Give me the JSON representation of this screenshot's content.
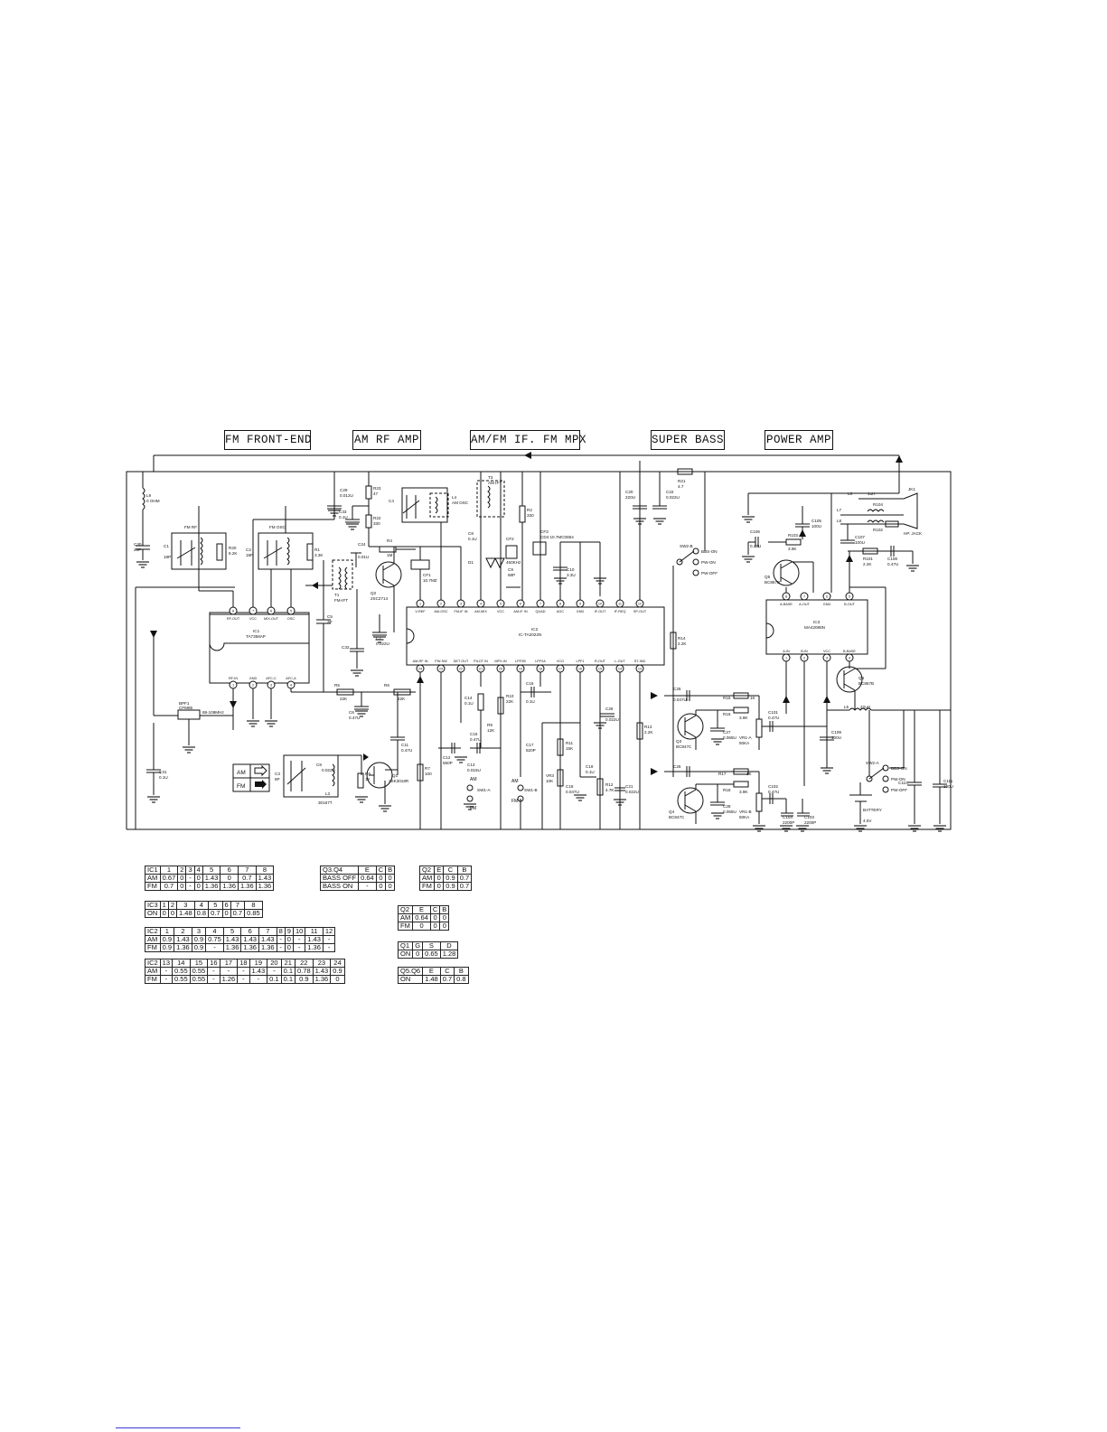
{
  "sections": {
    "fm_front_end": "FM FRONT-END",
    "am_rf_amp": "AM RF AMP",
    "am_fm_if": "AM/FM IF. FM MPX",
    "super_bass": "SUPER BASS",
    "power_amp": "POWER AMP"
  },
  "components": {
    "l9": "L9",
    "l9_val": "0 OHM",
    "c30": "C30",
    "c30_val": "20P",
    "c29": "C29",
    "c29_val": "0.012U",
    "c33": "C33",
    "c33_val": "0.1U",
    "r23": "R23",
    "r23_val": "47",
    "r22": "R22",
    "r22_val": "330",
    "fm_rf": "FM RF",
    "fm_osc": "FM OSC",
    "c1": "C1",
    "c1_val": "18P",
    "c2": "C2",
    "c2_val": "18P",
    "r1": "R1",
    "r1_val": "3.3K",
    "r20": "R20",
    "r20_val": "8.2K",
    "t1": "T1",
    "t1_val": "FM-IFT",
    "c24": "C24",
    "c24_val": "0.01U",
    "r4": "R4",
    "r4_val": "1M",
    "q2": "Q2",
    "q2_val": "2SC2714",
    "c7": "C7",
    "c7_val": "0.022U",
    "cf1": "CF1",
    "cf1_val": "10.7MZ",
    "c4": "C4",
    "t3": "T3",
    "t3_val": "AM IFT",
    "l4": "L4",
    "l4_val": "AM OSC",
    "c8": "C8",
    "c8_val": "0.1U",
    "r2": "R2",
    "r2_val": "330",
    "cf2": "CF2",
    "cf2_val": "450KHz",
    "cf3": "CF3",
    "cf3_val": "CD4 10.7MC0854",
    "c9": "C9",
    "c9_val": "68P",
    "d1": "D1",
    "c10": "C10",
    "c10_val": "3.3U",
    "c20": "C20",
    "c20_val": "220U",
    "c22": "C22",
    "c22_val": "0.022U",
    "r21": "R21",
    "r21_val": "4.7",
    "jk1": "JK1",
    "hp_jack": "HP. JACK",
    "sw2b": "SW2-B",
    "bbs_on": "BBS-ON",
    "pw_on": "PW-ON",
    "pw_off": "PW-OFF",
    "c106": "C106",
    "c106_val": "0.47U",
    "c105": "C105",
    "c105_val": "100U",
    "r103": "R103",
    "r103_val": "3.9K",
    "c107": "C107",
    "c107_val": "100U",
    "r101": "R101",
    "r101_val": "2.2K",
    "c108": "C108",
    "c108_val": "0.47U",
    "r104": "R104",
    "r102": "R102",
    "l6": "L6",
    "l7": "L7",
    "l8": "L8",
    "l_val": "1uH",
    "q5": "Q5",
    "q5_val": "BC857B",
    "q6": "Q6",
    "q6_val": "BC857B",
    "ic1": "IC1",
    "ic1_val": "TA7358AP",
    "ic2": "IC2",
    "ic2_val": "IC-TA2022N",
    "ic3": "IC3",
    "ic3_val": "MA42088N",
    "c5": "C5",
    "c5_val": "3P",
    "c32": "C32",
    "bpf1": "BPF1",
    "bpf1_val": "CFM85",
    "bpf1_band": "88-108MHz",
    "r14": "R14",
    "r14_val": "2.2K",
    "r5": "R5",
    "r5_val": "22K",
    "r6": "R6",
    "r6_val": "22K",
    "c6": "C6",
    "c6_val": "0.47U",
    "c11": "C11",
    "c11_val": "0.47U",
    "c12": "C12",
    "c12_val": "560P",
    "c13": "C13",
    "c13_val": "0.015U",
    "c14": "C14",
    "c14_val": "0.1U",
    "c15": "C15",
    "c15_val": "0.47U",
    "r9": "R9",
    "r9_val": "12K",
    "r10": "R10",
    "r10_val": "22K",
    "c16": "C16",
    "c16_val": "0.1U",
    "c17": "C17",
    "c17_val": "820P",
    "r11": "R11",
    "r11_val": "15K",
    "vr3": "VR3",
    "vr3_val": "10K",
    "c18": "C18",
    "c18_val": "0.047U",
    "c19": "C19",
    "c19_val": "0.1U",
    "r12": "R12",
    "r12_val": "4.7K",
    "c21": "C21",
    "c21_val": "0.022U",
    "c26": "C26",
    "c26_val": "0.022U",
    "r13": "R13",
    "r13_val": "2.2K",
    "c25": "C25",
    "c25_val": "0.047U",
    "c25b": "C25",
    "r15": "R15",
    "r15_val": "1K",
    "r16": "R16",
    "r16_val": "3.9K",
    "r17": "R17",
    "r17_val": "1K",
    "r18": "R18",
    "r18_val": "3.9K",
    "q3": "Q3",
    "q3_val": "BC847C",
    "q4": "Q4",
    "q4_val": "BC847C",
    "c27": "C27",
    "c27_val": "0.068U",
    "c28": "C28",
    "c28_val": "0.068U",
    "c101": "C101",
    "c101_val": "0.47U",
    "c102": "C102",
    "c102_val": "0.47U",
    "vr1a": "VR1-A",
    "vr1a_val": "50KA",
    "vr1b": "VR1-B",
    "vr1b_val": "50KA",
    "c103": "C103",
    "c103_val": "2200P",
    "c104": "C104",
    "c104_val": "2200P",
    "c109": "C109",
    "c109_val": "100U",
    "l5": "L5",
    "l5_val": "22uH",
    "sw2a": "SW2-A",
    "battery": "BATTERY",
    "battery_val": "4.5V",
    "c110": "C110",
    "c111": "C111",
    "c111_val": "100U",
    "c31": "C31",
    "c31_val": "0.1U",
    "c3": "C3",
    "c3_val": "6P",
    "c8b": "C8",
    "c8b_val": "0.022U",
    "l3": "L3",
    "l3_val": "30167T",
    "r8": "R8",
    "r8_val": "1K",
    "q1": "Q1",
    "q1_val": "2SK3018R",
    "r7": "R7",
    "r7_val": "100",
    "sw1a": "SW1-A",
    "sw1b": "SW1-B",
    "am": "AM",
    "fm": "FM"
  },
  "ic1_pins": {
    "top": [
      "RF-OUT",
      "VCC",
      "MIX-OUT",
      "OSC"
    ],
    "top_nums": [
      "8",
      "7",
      "6",
      "5"
    ],
    "bottom": [
      "RF-IN",
      "GND",
      "AFC-C",
      "AFC-A"
    ],
    "bottom_nums": [
      "1",
      "2",
      "3",
      "4"
    ]
  },
  "ic2_pins": {
    "top": [
      "V-REF",
      "AM-OSC",
      "FM-IF IN",
      "AM-MIX",
      "VCC",
      "AM-IF IN",
      "QUAD",
      "AGC",
      "GND",
      "IF-OUT",
      "IF-REQ",
      "SP-OUT"
    ],
    "top_nums": [
      "1",
      "2",
      "3",
      "4",
      "5",
      "6",
      "7",
      "8",
      "9",
      "10",
      "11",
      "12"
    ],
    "bottom": [
      "AM-RF IN",
      "PW-SW",
      "DET OUT",
      "PILOT IN",
      "MPX-IN",
      "LPF2B",
      "LPF2A",
      "VCO",
      "LPF1",
      "R-OUT",
      "L-OUT",
      "ST-IND"
    ],
    "bottom_nums": [
      "24",
      "23",
      "22",
      "21",
      "20",
      "19",
      "18",
      "17",
      "16",
      "15",
      "14",
      "13"
    ]
  },
  "ic3_pins": {
    "top": [
      "A-BASE",
      "A-OUT",
      "GND",
      "B-OUT"
    ],
    "top_nums": [
      "8",
      "7",
      "6",
      "5"
    ],
    "bottom": [
      "A-IN",
      "B-IN",
      "VCC",
      "B-BASE"
    ],
    "bottom_nums": [
      "1",
      "2",
      "3",
      "4"
    ]
  },
  "legend": {
    "am": "AM",
    "fm": "FM"
  },
  "tables": {
    "ic1": [
      [
        "IC1",
        "1",
        "2",
        "3",
        "4",
        "5",
        "6",
        "7",
        "8"
      ],
      [
        "AM",
        "0.67",
        "0",
        "-",
        "0",
        "1.43",
        "0",
        "0.7",
        "1.43"
      ],
      [
        "FM",
        "0.7",
        "0",
        "-",
        "0",
        "1.36",
        "1.36",
        "1.36",
        "1.36"
      ]
    ],
    "q34": [
      [
        "Q3.Q4",
        "E",
        "C",
        "B"
      ],
      [
        "BASS OFF",
        "0.64",
        "0",
        "0"
      ],
      [
        "BASS ON",
        "-",
        "0",
        "0"
      ]
    ],
    "q2a": [
      [
        "Q2",
        "E",
        "C",
        "B"
      ],
      [
        "AM",
        "0",
        "0.9",
        "0.7"
      ],
      [
        "FM",
        "0",
        "0.9",
        "0.7"
      ]
    ],
    "ic3": [
      [
        "IC3",
        "1",
        "2",
        "3",
        "4",
        "5",
        "6",
        "7",
        "8"
      ],
      [
        "ON",
        "0",
        "0",
        "1.48",
        "0.8",
        "0.7",
        "0",
        "0.7",
        "0.85"
      ]
    ],
    "q2b": [
      [
        "Q2",
        "E",
        "C",
        "B"
      ],
      [
        "AM",
        "0.64",
        "0",
        "0"
      ],
      [
        "FM",
        "0",
        "0",
        "0"
      ]
    ],
    "ic2a": [
      [
        "IC2",
        "1",
        "2",
        "3",
        "4",
        "5",
        "6",
        "7",
        "8",
        "9",
        "10",
        "11",
        "12"
      ],
      [
        "AM",
        "0.9",
        "1.43",
        "0.9",
        "0.75",
        "1.43",
        "1.43",
        "1.43",
        "-",
        "0",
        "-",
        "1.43",
        "-"
      ],
      [
        "FM",
        "0.9",
        "1.36",
        "0.9",
        "-",
        "1.36",
        "1.36",
        "1.36",
        "-",
        "0",
        "-",
        "1.36",
        "-"
      ]
    ],
    "q1": [
      [
        "Q1",
        "G",
        "S",
        "D"
      ],
      [
        "ON",
        "0",
        "0.65",
        "1.28"
      ]
    ],
    "ic2b": [
      [
        "IC2",
        "13",
        "14",
        "15",
        "16",
        "17",
        "18",
        "19",
        "20",
        "21",
        "22",
        "23",
        "24"
      ],
      [
        "AM",
        "-",
        "0.55",
        "0.55",
        "-",
        "-",
        "-",
        "1.43",
        "-",
        "0.1",
        "0.78",
        "1.43",
        "0.9"
      ],
      [
        "FM",
        "-",
        "0.55",
        "0.55",
        "-",
        "1.26",
        "-",
        "-",
        "0.1",
        "0.1",
        "0.9",
        "1.36",
        "0"
      ]
    ],
    "q56": [
      [
        "Q5.Q6",
        "E",
        "C",
        "B"
      ],
      [
        "ON",
        "1.48",
        "0.7",
        "0.8"
      ]
    ]
  }
}
